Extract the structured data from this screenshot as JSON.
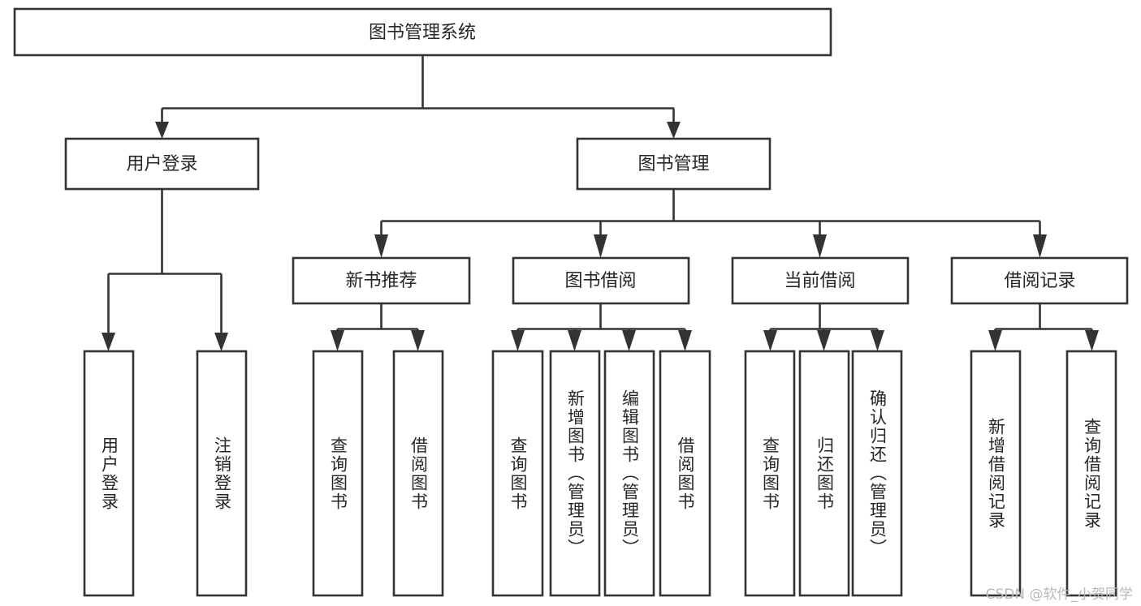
{
  "diagram": {
    "type": "tree",
    "title": "图书管理系统",
    "background_color": "#ffffff",
    "line_color": "#333333",
    "text_color": "#262626",
    "root": {
      "label": "图书管理系统",
      "orientation": "horizontal"
    },
    "level2": [
      {
        "id": "user-login",
        "label": "用户登录"
      },
      {
        "id": "book-manage",
        "label": "图书管理"
      }
    ],
    "level3": [
      {
        "id": "new-book-rec",
        "label": "新书推荐",
        "parent": "book-manage"
      },
      {
        "id": "book-borrow",
        "label": "图书借阅",
        "parent": "book-manage"
      },
      {
        "id": "current-borrow",
        "label": "当前借阅",
        "parent": "book-manage"
      },
      {
        "id": "borrow-record",
        "label": "借阅记录",
        "parent": "book-manage"
      }
    ],
    "leaves": {
      "user-login": [
        {
          "id": "leaf-user-login",
          "label": "用户登录"
        },
        {
          "id": "leaf-logout",
          "label": "注销登录"
        }
      ],
      "new-book-rec": [
        {
          "id": "leaf-query-book-1",
          "label": "查询图书"
        },
        {
          "id": "leaf-borrow-book-1",
          "label": "借阅图书"
        }
      ],
      "book-borrow": [
        {
          "id": "leaf-query-book-2",
          "label": "查询图书"
        },
        {
          "id": "leaf-add-book",
          "label": "新增图书（管理员）"
        },
        {
          "id": "leaf-edit-book",
          "label": "编辑图书（管理员）"
        },
        {
          "id": "leaf-borrow-book-2",
          "label": "借阅图书"
        }
      ],
      "current-borrow": [
        {
          "id": "leaf-query-book-3",
          "label": "查询图书"
        },
        {
          "id": "leaf-return-book",
          "label": "归还图书"
        },
        {
          "id": "leaf-confirm-return",
          "label": "确认归还（管理员）"
        }
      ],
      "borrow-record": [
        {
          "id": "leaf-add-record",
          "label": "新增借阅记录"
        },
        {
          "id": "leaf-query-record",
          "label": "查询借阅记录"
        }
      ]
    }
  },
  "watermark": {
    "text": "CSDN @软件_小贺同学"
  }
}
